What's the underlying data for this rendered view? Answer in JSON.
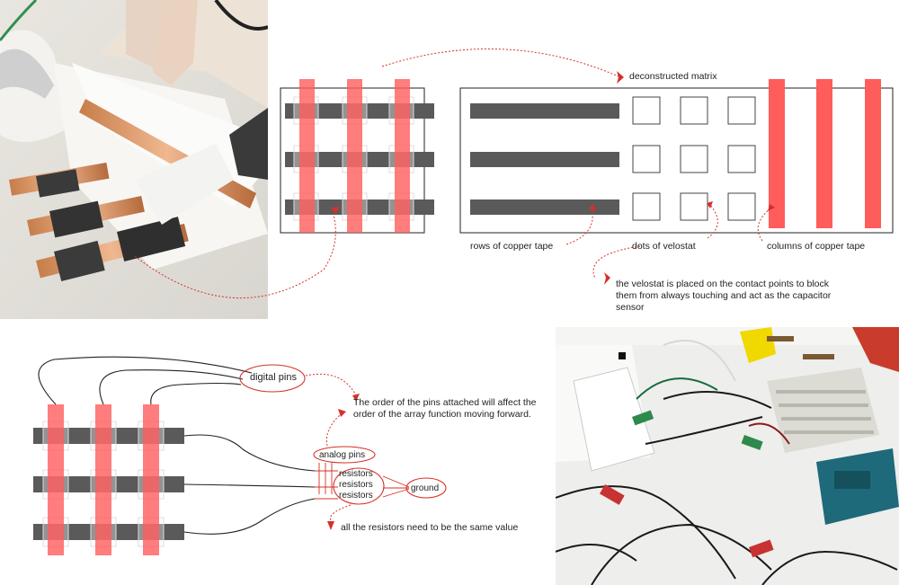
{
  "labels": {
    "deconstructed_matrix": "deconstructed matrix",
    "rows_copper": "rows of copper tape",
    "dots_velostat": "dots of velostat",
    "columns_copper": "columns of copper tape",
    "velostat_note": "the velostat is placed on the contact points to block them from always touching and act as the capacitor sensor",
    "digital_pins": "digital pins",
    "pin_order_note": "The order of the pins attached will affect the order of the array function moving forward.",
    "analog_pins": "analog pins",
    "resistors": [
      "resistors",
      "resistors",
      "resistors"
    ],
    "ground": "ground",
    "resistor_note": "all the resistors need to be the same value"
  },
  "colors": {
    "copper_row": "#5a5a5a",
    "copper_column": "#ff5c5c",
    "annotation": "#d6302a",
    "velostat_outline": "#444444"
  },
  "icons": [
    "arrow-icon"
  ]
}
